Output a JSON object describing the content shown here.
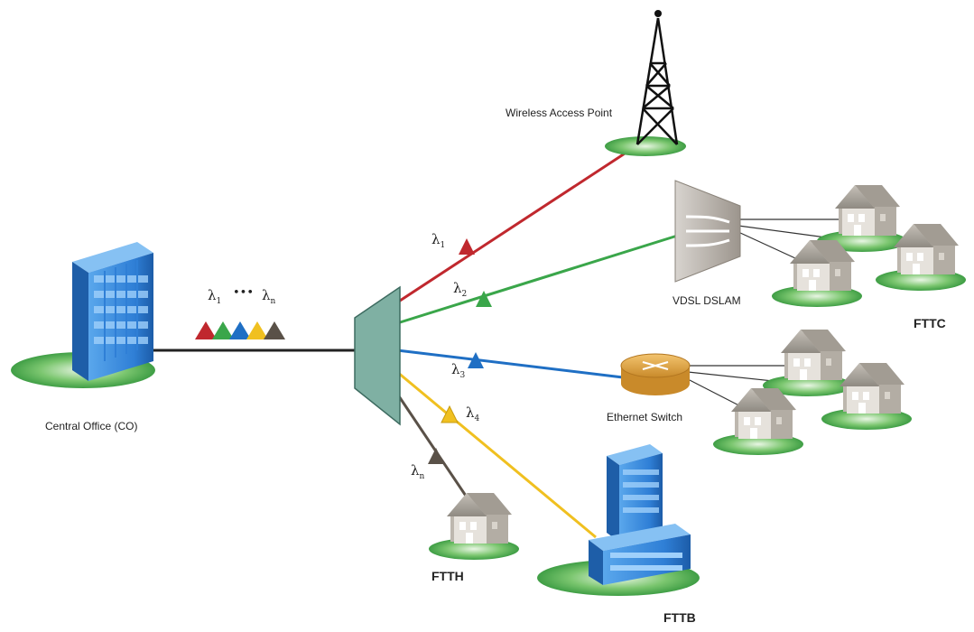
{
  "labels": {
    "central_office": "Central Office (CO)",
    "wireless": "Wireless Access Point",
    "dslam": "VDSL DSLAM",
    "ethernet": "Ethernet Switch",
    "fttc": "FTTC",
    "ftth": "FTTH",
    "fttb": "FTTB"
  },
  "wavelengths": {
    "symbol": "λ",
    "ellipsis": "•••",
    "mux": [
      "1",
      "n"
    ],
    "branches": [
      "1",
      "2",
      "3",
      "4",
      "n"
    ]
  },
  "colors": {
    "red": "#c0282e",
    "green": "#3aa64a",
    "blue": "#1f6fc4",
    "yellow": "#f0c020",
    "brown": "#5a5148",
    "building": "#2f7fd6",
    "ground": "#4cae4c",
    "mux": "#7fb0a3"
  }
}
